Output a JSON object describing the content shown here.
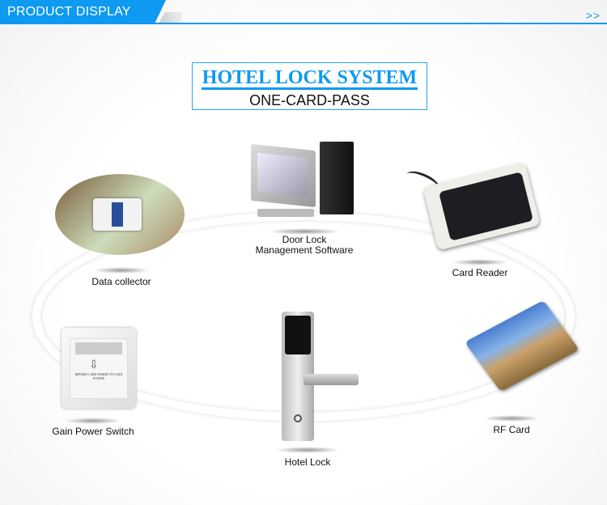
{
  "header": {
    "title": "PRODUCT DISPLAY",
    "more": ">>"
  },
  "title_box": {
    "title": "HOTEL LOCK SYSTEM",
    "subtitle": "ONE-CARD-PASS"
  },
  "items": [
    {
      "label": "Door Lock",
      "label2": "Management Software"
    },
    {
      "label": "Data collector"
    },
    {
      "label": "Card Reader"
    },
    {
      "label": "Gain Power Switch",
      "product_text": "MIFARE CARD INSERT TO GAIN POWER"
    },
    {
      "label": "Hotel Lock"
    },
    {
      "label": "RF Card"
    }
  ],
  "colors": {
    "accent": "#0d9af0"
  }
}
